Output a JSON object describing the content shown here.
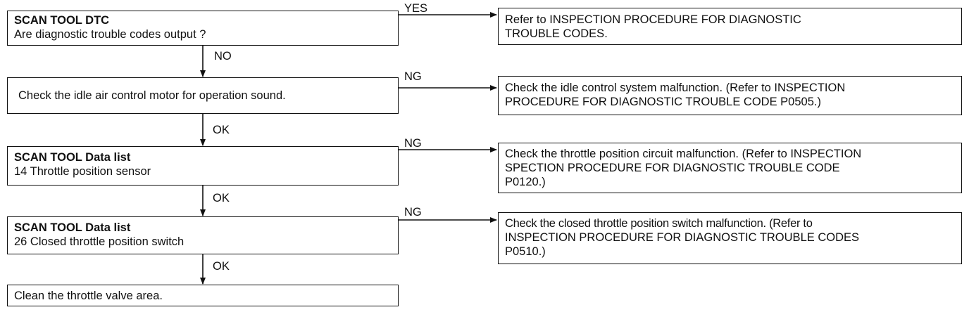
{
  "steps": [
    {
      "title": "SCAN TOOL DTC",
      "text": "Are diagnostic trouble codes output ?"
    },
    {
      "title": "",
      "text": "Check the idle air control motor for operation sound."
    },
    {
      "title": "SCAN TOOL Data list",
      "text": "14 Throttle position sensor"
    },
    {
      "title": "SCAN TOOL Data list",
      "text": "26 Closed throttle position switch"
    },
    {
      "title": "",
      "text": "Clean the throttle valve area."
    }
  ],
  "down_labels": [
    "NO",
    "OK",
    "OK",
    "OK"
  ],
  "branch_labels": [
    "YES",
    "NG",
    "NG",
    "NG"
  ],
  "outcomes": [
    {
      "lines": [
        "Refer to INSPECTION PROCEDURE FOR DIAGNOSTIC",
        "TROUBLE CODES."
      ]
    },
    {
      "lines": [
        "Check the idle control system malfunction. (Refer to INSPECTION",
        "PROCEDURE FOR  DIAGNOSTIC TROUBLE CODE P0505.)"
      ]
    },
    {
      "lines": [
        "Check the throttle position circuit malfunction. (Refer to INSPECTION",
        "SPECTION PROCEDURE FOR DIAGNOSTIC TROUBLE CODE",
        "P0120.)"
      ]
    },
    {
      "lines": [
        "Check the closed throttle position switch malfunction. (Refer to",
        "INSPECTION PROCEDURE FOR DIAGNOSTIC TROUBLE CODES",
        "P0510.)"
      ]
    }
  ]
}
